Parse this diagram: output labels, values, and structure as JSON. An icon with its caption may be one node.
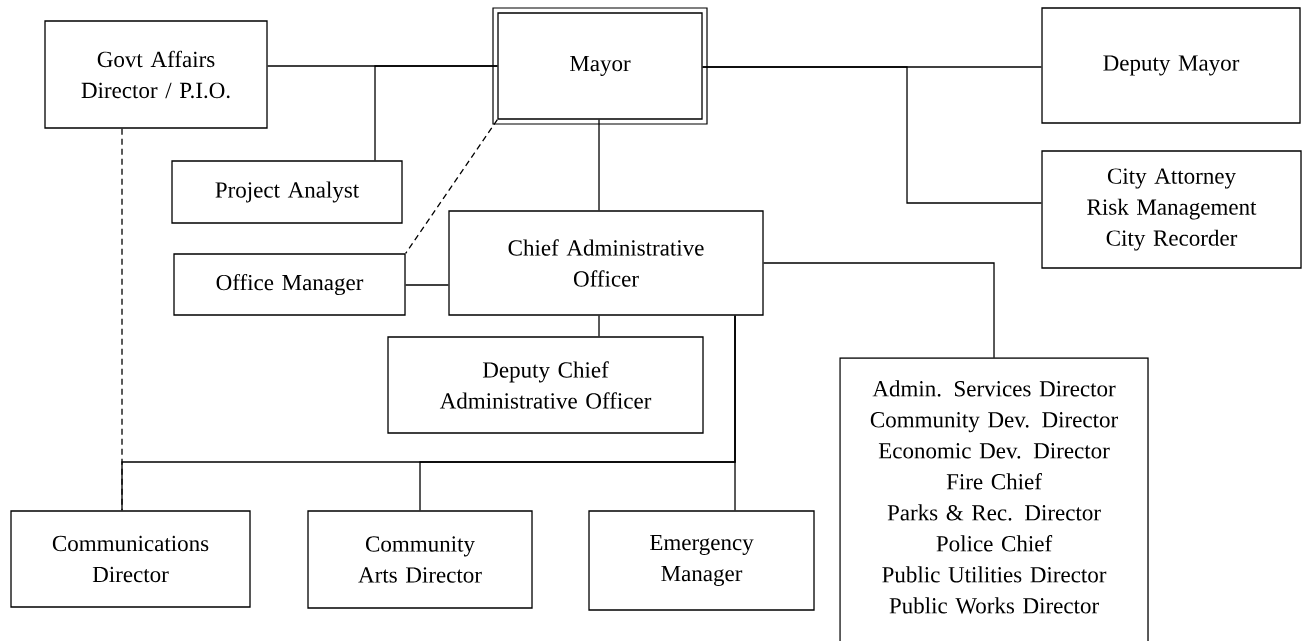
{
  "diagram": {
    "nodes": [
      {
        "text": [
          "Govt Affairs Director / P.I.O."
        ]
      },
      {
        "text": [
          "Mayor"
        ]
      },
      {
        "text": [
          "Deputy Mayor"
        ]
      },
      {
        "text": [
          "Project Analyst"
        ]
      },
      {
        "text": [
          "City Attorney",
          "Risk Management",
          "City Recorder"
        ]
      },
      {
        "text": [
          "Chief Administrative Officer"
        ]
      },
      {
        "text": [
          "Office Manager"
        ]
      },
      {
        "text": [
          "Deputy Chief Administrative Officer"
        ]
      },
      {
        "text": [
          "Admin. Services Director",
          "Community Dev. Director",
          "Economic Dev. Director",
          "Fire Chief",
          "Parks & Rec. Director",
          "Police Chief",
          "Public Utilities Director",
          "Public Works Director"
        ]
      },
      {
        "text": [
          "Communications Director"
        ]
      },
      {
        "text": [
          "Community Arts Director"
        ]
      },
      {
        "text": [
          "Emergency Manager"
        ]
      }
    ],
    "edges": [
      {
        "from": 0,
        "to": 1,
        "arrow": "none"
      },
      {
        "from": 3,
        "to": 1,
        "arrow": "none"
      },
      {
        "from": 1,
        "to": 2,
        "arrow": "none"
      },
      {
        "from": 1,
        "to": 4,
        "arrow": "none"
      },
      {
        "from": 1,
        "to": 6,
        "arrow": "none",
        "style": "dashed"
      },
      {
        "from": 1,
        "to": 5,
        "arrow": "none"
      },
      {
        "from": 6,
        "to": 5,
        "arrow": "none"
      },
      {
        "from": 5,
        "to": 7,
        "arrow": "none"
      },
      {
        "from": 5,
        "to": 8,
        "arrow": "none"
      },
      {
        "from": 5,
        "to": 11,
        "arrow": "none"
      },
      {
        "from": 5,
        "to": 9,
        "arrow": "none"
      },
      {
        "from": 5,
        "to": 10,
        "arrow": "none"
      },
      {
        "from": 0,
        "to": 9,
        "arrow": "none",
        "style": "dashed"
      }
    ]
  }
}
